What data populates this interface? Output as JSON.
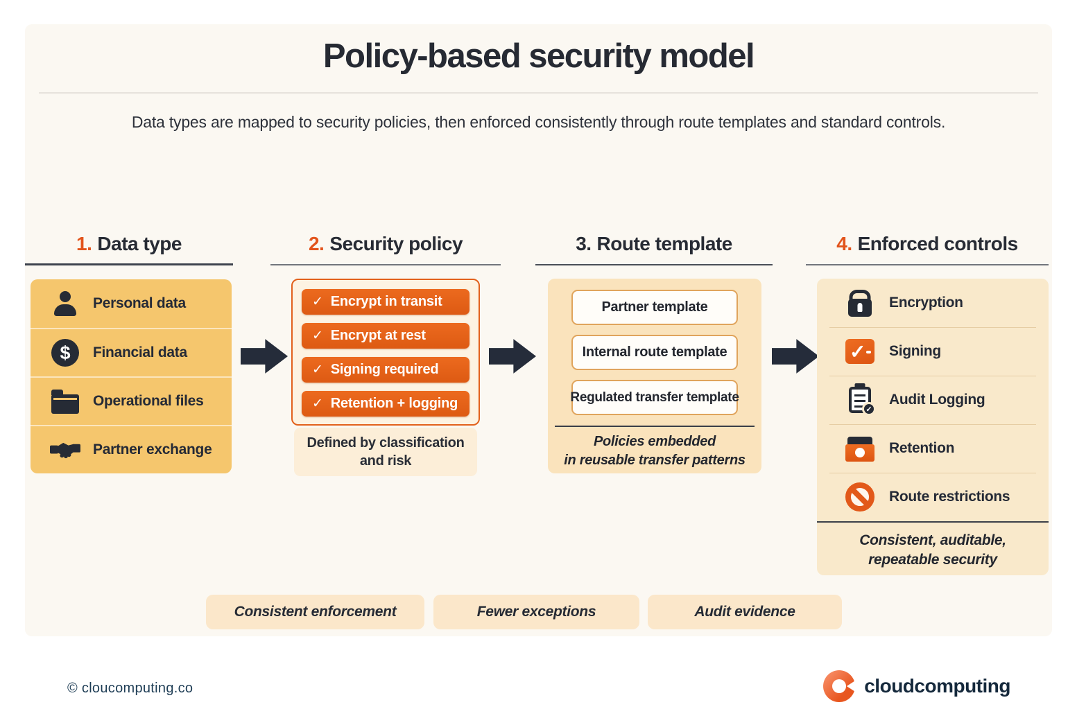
{
  "title": "Policy-based security model",
  "subtitle": "Data types are mapped to security policies, then enforced consistently through route templates and standard controls.",
  "columns": {
    "data_type": {
      "number": "1.",
      "label": "Data type",
      "items": [
        {
          "icon": "person-icon",
          "label": "Personal data"
        },
        {
          "icon": "dollar-circle-icon",
          "label": "Financial data"
        },
        {
          "icon": "folder-icon",
          "label": "Operational files"
        },
        {
          "icon": "handshake-icon",
          "label": "Partner exchange"
        }
      ]
    },
    "security_policy": {
      "number": "2.",
      "label": "Security policy",
      "check": "✓",
      "items": [
        {
          "label": "Encrypt in transit"
        },
        {
          "label": "Encrypt at rest"
        },
        {
          "label": "Signing required"
        },
        {
          "label": "Retention + logging"
        }
      ],
      "caption_line1": "Defined by classification",
      "caption_line2": "and risk"
    },
    "route_template": {
      "number": "3.",
      "label": "Route template",
      "items": [
        {
          "label": "Partner template"
        },
        {
          "label": "Internal route template"
        },
        {
          "label": "Regulated transfer template"
        }
      ],
      "caption_line1": "Policies embedded",
      "caption_line2": "in reusable transfer patterns"
    },
    "enforced_controls": {
      "number": "4.",
      "label": "Enforced controls",
      "items": [
        {
          "icon": "lock-icon",
          "label": "Encryption"
        },
        {
          "icon": "check-square-icon",
          "label": "Signing"
        },
        {
          "icon": "clipboard-check-icon",
          "label": "Audit Logging"
        },
        {
          "icon": "archive-box-icon",
          "label": "Retention"
        },
        {
          "icon": "no-entry-icon",
          "label": "Route restrictions"
        }
      ],
      "caption_line1": "Consistent, auditable,",
      "caption_line2": "repeatable security"
    }
  },
  "badges": [
    {
      "label": "Consistent enforcement"
    },
    {
      "label": "Fewer exceptions"
    },
    {
      "label": "Audit evidence"
    }
  ],
  "footer": {
    "copyright": "© cloucomputing.co",
    "brand": "cloudcomputing"
  },
  "colors": {
    "accent_orange": "#e2591a",
    "amber_card": "#f5c66d",
    "peach_card": "#f9e9cb",
    "cream_panel": "#fdf3e2",
    "dark_navy": "#262b35",
    "page_card": "#fbf8f2"
  }
}
